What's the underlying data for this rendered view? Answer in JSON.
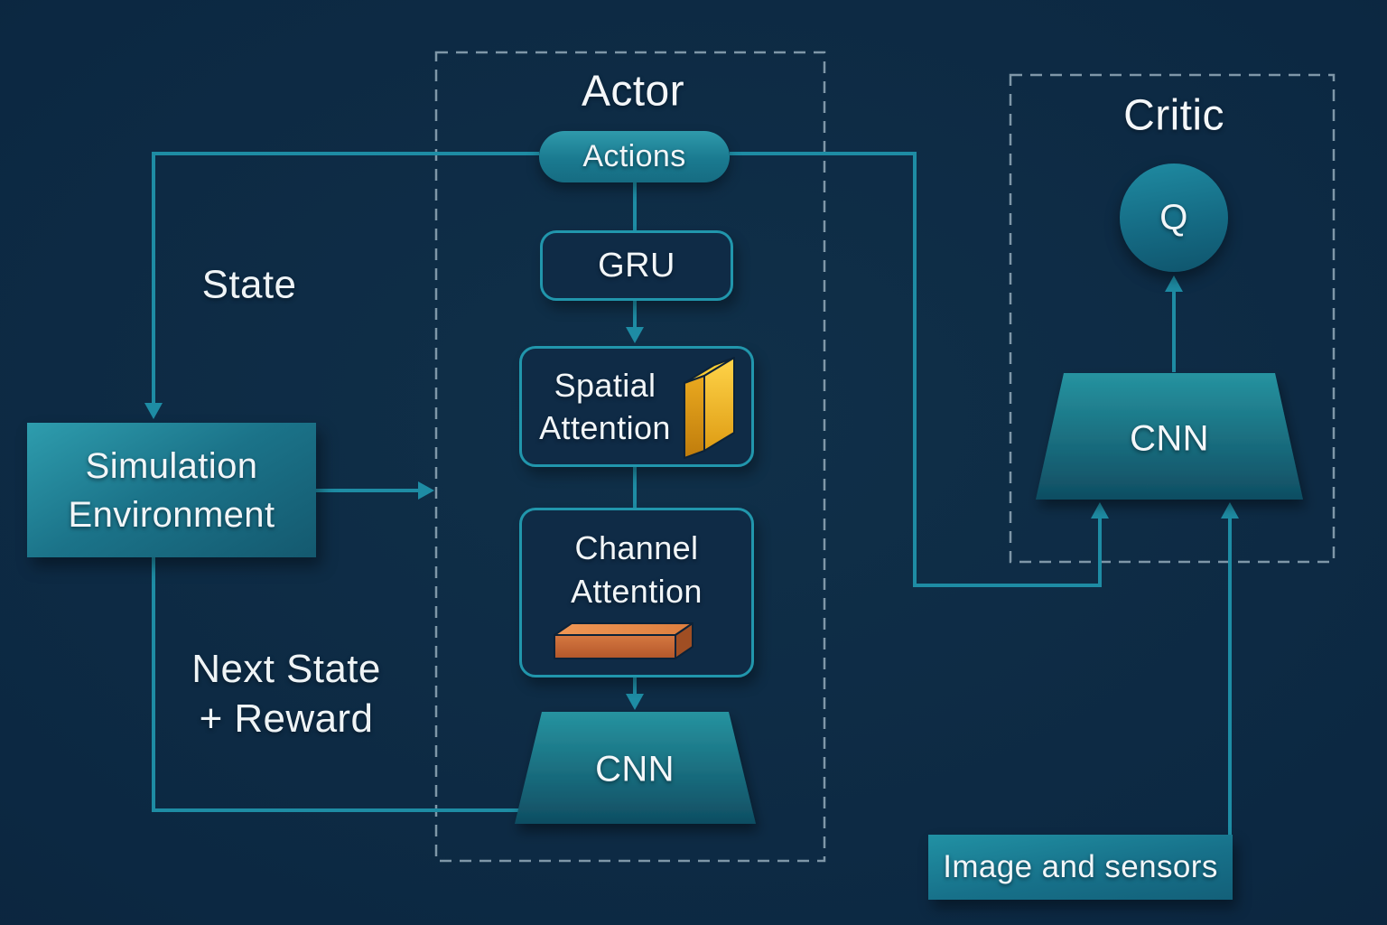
{
  "colors": {
    "background": "#0C2842",
    "accent_line": "#1E8CA4",
    "node_border": "#2196AC",
    "node_fill": "#0F2B46",
    "teal_gradient_light": "#2F9AAB",
    "teal_gradient_dark": "#14596F",
    "dashed_border": "#7F97A8",
    "text": "#F2F6F8",
    "gold_slab": "#F5BE25",
    "orange_slab": "#C96F35"
  },
  "actor": {
    "title": "Actor",
    "actions": {
      "label": "Actions"
    },
    "gru": {
      "label": "GRU"
    },
    "spatial_attention": {
      "line1": "Spatial",
      "line2": "Attention",
      "icon": "gold-3d-slab-icon"
    },
    "channel_attention": {
      "line1": "Channel",
      "line2": "Attention",
      "icon": "orange-3d-slab-icon"
    },
    "cnn": {
      "label": "CNN"
    }
  },
  "critic": {
    "title": "Critic",
    "q": {
      "label": "Q"
    },
    "cnn": {
      "label": "CNN"
    }
  },
  "environment": {
    "line1": "Simulation",
    "line2": "Environment"
  },
  "input": {
    "label": "Image and sensors"
  },
  "edge_labels": {
    "state": "State",
    "next_state_line1": "Next State",
    "next_state_line2": "+ Reward"
  }
}
